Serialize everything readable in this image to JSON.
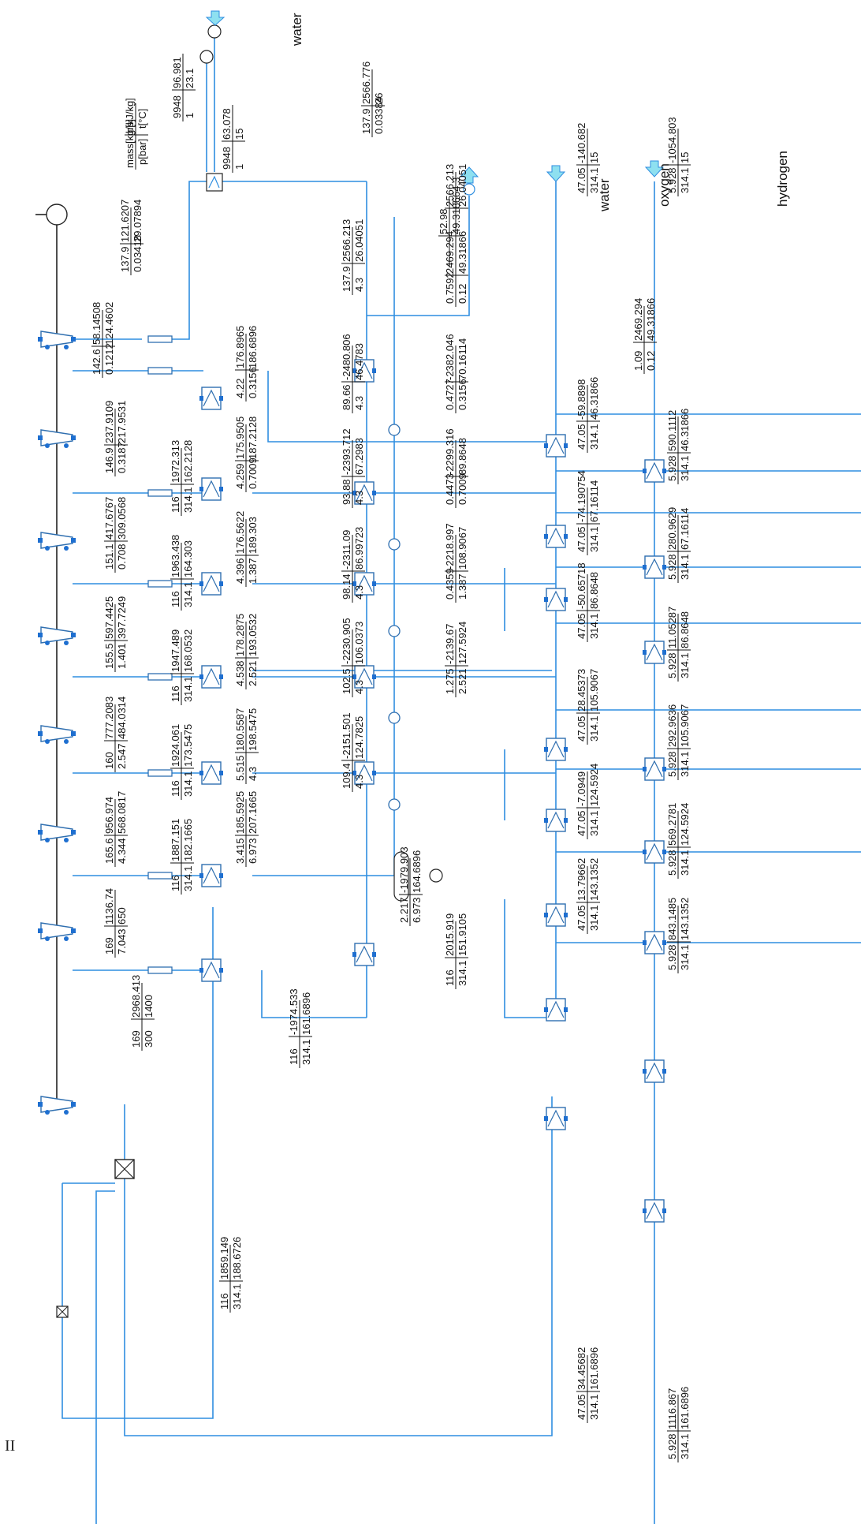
{
  "legend": {
    "mass": "mass[kg/s]",
    "enthalpy": "h[kJ/kg]",
    "pressure": "p[bar]",
    "temperature": "t[°C]"
  },
  "streams": {
    "water_in": "water",
    "water_out": "water",
    "oxygen": "oxygen",
    "hydrogen": "hydrogen"
  },
  "page_label": "II",
  "tables": [
    {
      "m": "9948",
      "h": "96.981",
      "p": "1",
      "t": "23.1"
    },
    {
      "m": "9948",
      "h": "63.078",
      "p": "1",
      "t": "15"
    },
    {
      "m": "137.9",
      "h": "2566.776",
      "p": "0.03384",
      "t": "26"
    },
    {
      "m": "137.9",
      "h": "121.6207",
      "p": "0.03418",
      "t": "29.07894"
    },
    {
      "m": "137.9",
      "h": "2566.213",
      "p": "4.3",
      "t": "26.04051"
    },
    {
      "m": "0.7592",
      "h": "2469.294",
      "p": "0.12",
      "t": "49.31866"
    },
    {
      "m": "",
      "h": "2566.213",
      "p": "",
      "t": "26.04051"
    },
    {
      "m": "",
      "h": "52.98",
      "p": "",
      "t": "49.318664.3"
    },
    {
      "m": "47.05",
      "h": "-140.682",
      "p": "314.1",
      "t": "15"
    },
    {
      "m": "5.928",
      "h": "-1054.803",
      "p": "314.1",
      "t": "15"
    },
    {
      "m": "1.09",
      "h": "2469.294",
      "p": "0.12",
      "t": "49.31866"
    },
    {
      "m": "142.6",
      "h": "58.14508",
      "p": "0.1212",
      "t": "124.4602"
    },
    {
      "m": "146.9",
      "h": "237.9109",
      "p": "0.3187",
      "t": "217.9531"
    },
    {
      "m": "151.1",
      "h": "417.6767",
      "p": "0.708",
      "t": "309.0568"
    },
    {
      "m": "155.5",
      "h": "597.4425",
      "p": "1.401",
      "t": "397.7249"
    },
    {
      "m": "160",
      "h": "777.2083",
      "p": "2.547",
      "t": "484.0314"
    },
    {
      "m": "165.6",
      "h": "956.974",
      "p": "4.344",
      "t": "568.0817"
    },
    {
      "m": "169",
      "h": "1136.74",
      "p": "7.043",
      "t": "650"
    },
    {
      "m": "169",
      "h": "2968.413",
      "p": "300",
      "t": "1400"
    },
    {
      "m": "116",
      "h": "1972.313",
      "p": "314.1",
      "t": "162.2128"
    },
    {
      "m": "116",
      "h": "1963.438",
      "p": "314.1",
      "t": "164.303"
    },
    {
      "m": "116",
      "h": "1947.489",
      "p": "314.1",
      "t": "168.0532"
    },
    {
      "m": "116",
      "h": "1924.061",
      "p": "314.1",
      "t": "173.5475"
    },
    {
      "m": "116",
      "h": "1887.151",
      "p": "314.1",
      "t": "182.1665"
    },
    {
      "m": "116",
      "h": "1859.149",
      "p": "314.1",
      "t": "188.6726"
    },
    {
      "m": "4.22",
      "h": "176.8965",
      "p": "0.3156",
      "t": "186.6896"
    },
    {
      "m": "4.259",
      "h": "175.9505",
      "p": "0.7009",
      "t": "187.2128"
    },
    {
      "m": "4.396",
      "h": "176.5622",
      "p": "1.387",
      "t": "189.303"
    },
    {
      "m": "4.538",
      "h": "178.2875",
      "p": "2.521",
      "t": "193.0532"
    },
    {
      "m": "5.515",
      "h": "180.5587",
      "p": "4.3",
      "t": "198.5475"
    },
    {
      "m": "3.415",
      "h": "185.5925",
      "p": "6.973",
      "t": "207.1665"
    },
    {
      "m": "89.66",
      "h": "-2480.806",
      "p": "4.3",
      "t": "46.4783"
    },
    {
      "m": "93.88",
      "h": "-2393.712",
      "p": "4.3",
      "t": "67.2983"
    },
    {
      "m": "98.14",
      "h": "-2311.09",
      "p": "4.3",
      "t": "86.99723"
    },
    {
      "m": "102.5",
      "h": "-2230.905",
      "p": "4.3",
      "t": "106.0373"
    },
    {
      "m": "109.4",
      "h": "-2151.501",
      "p": "4.3",
      "t": "124.7825"
    },
    {
      "m": "0.4727",
      "h": "-2382.046",
      "p": "0.3156",
      "t": "70.16114"
    },
    {
      "m": "0.4473",
      "h": "-2299.316",
      "p": "0.7009",
      "t": "89.8648"
    },
    {
      "m": "0.4359",
      "h": "-2218.997",
      "p": "1.387",
      "t": "108.9067"
    },
    {
      "m": "1.275",
      "h": "-2139.67",
      "p": "2.521",
      "t": "127.5924"
    },
    {
      "m": "2.217",
      "h": "-1979.903",
      "p": "6.973",
      "t": "164.6896"
    },
    {
      "m": "116",
      "h": "2015.919",
      "p": "314.1",
      "t": "151.9105"
    },
    {
      "m": "116",
      "h": "-1974.533",
      "p": "314.1",
      "t": "161.6896"
    },
    {
      "m": "47.05",
      "h": "-59.8898",
      "p": "314.1",
      "t": "46.31866"
    },
    {
      "m": "47.05",
      "h": "-74.190754",
      "p": "314.1",
      "t": "67.16114"
    },
    {
      "m": "47.05",
      "h": "-50.65718",
      "p": "314.1",
      "t": "86.8648"
    },
    {
      "m": "47.05",
      "h": "28.45373",
      "p": "314.1",
      "t": "105.9067"
    },
    {
      "m": "47.05",
      "h": "-7.0949",
      "p": "314.1",
      "t": "124.5924"
    },
    {
      "m": "47.05",
      "h": "13.79662",
      "p": "314.1",
      "t": "143.1352"
    },
    {
      "m": "47.05",
      "h": "34.45682",
      "p": "314.1",
      "t": "161.6896"
    },
    {
      "m": "5.928",
      "h": "590.1112",
      "p": "314.1",
      "t": "46.31866"
    },
    {
      "m": "5.928",
      "h": "280.9629",
      "p": "314.1",
      "t": "67.16114"
    },
    {
      "m": "5.928",
      "h": "11.05287",
      "p": "314.1",
      "t": "86.8648"
    },
    {
      "m": "5.928",
      "h": "292.9636",
      "p": "314.1",
      "t": "105.9067"
    },
    {
      "m": "5.928",
      "h": "569.2781",
      "p": "314.1",
      "t": "124.5924"
    },
    {
      "m": "5.928",
      "h": "843.1485",
      "p": "314.1",
      "t": "143.1352"
    },
    {
      "m": "5.928",
      "h": "1116.867",
      "p": "314.1",
      "t": "161.6896"
    }
  ]
}
